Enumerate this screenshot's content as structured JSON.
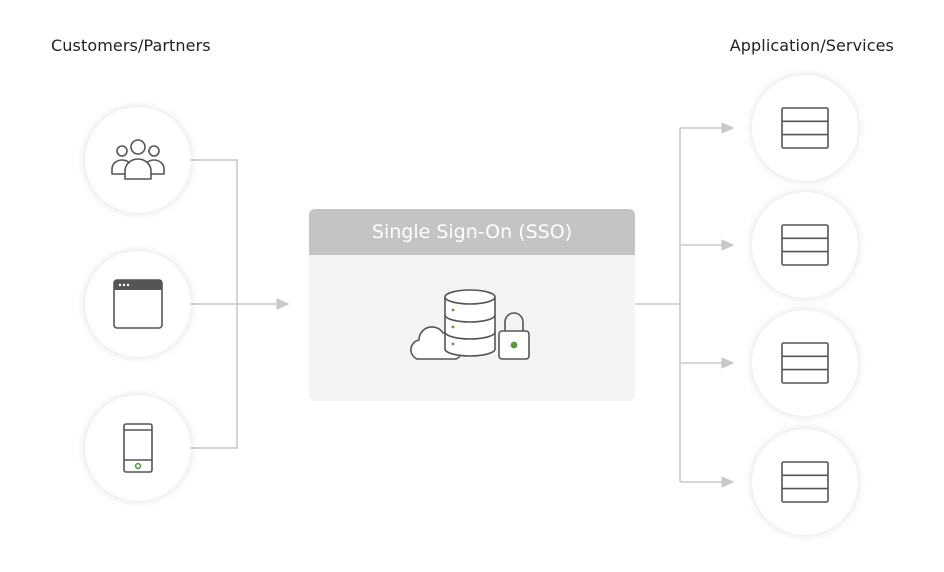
{
  "left_heading": "Customers/Partners",
  "right_heading": "Application/Services",
  "sso_title": "Single Sign-On (SSO)",
  "sources": [
    {
      "icon": "users-group-icon"
    },
    {
      "icon": "browser-window-icon"
    },
    {
      "icon": "mobile-phone-icon"
    }
  ],
  "targets": [
    {
      "icon": "server-stack-icon"
    },
    {
      "icon": "server-stack-icon"
    },
    {
      "icon": "server-stack-icon"
    },
    {
      "icon": "server-stack-icon"
    }
  ],
  "colors": {
    "line": "#c8c8c8",
    "icon_stroke": "#555555",
    "accent": "#5a9a3e",
    "sso_header": "#c4c4c4",
    "sso_body": "#f4f4f4"
  }
}
